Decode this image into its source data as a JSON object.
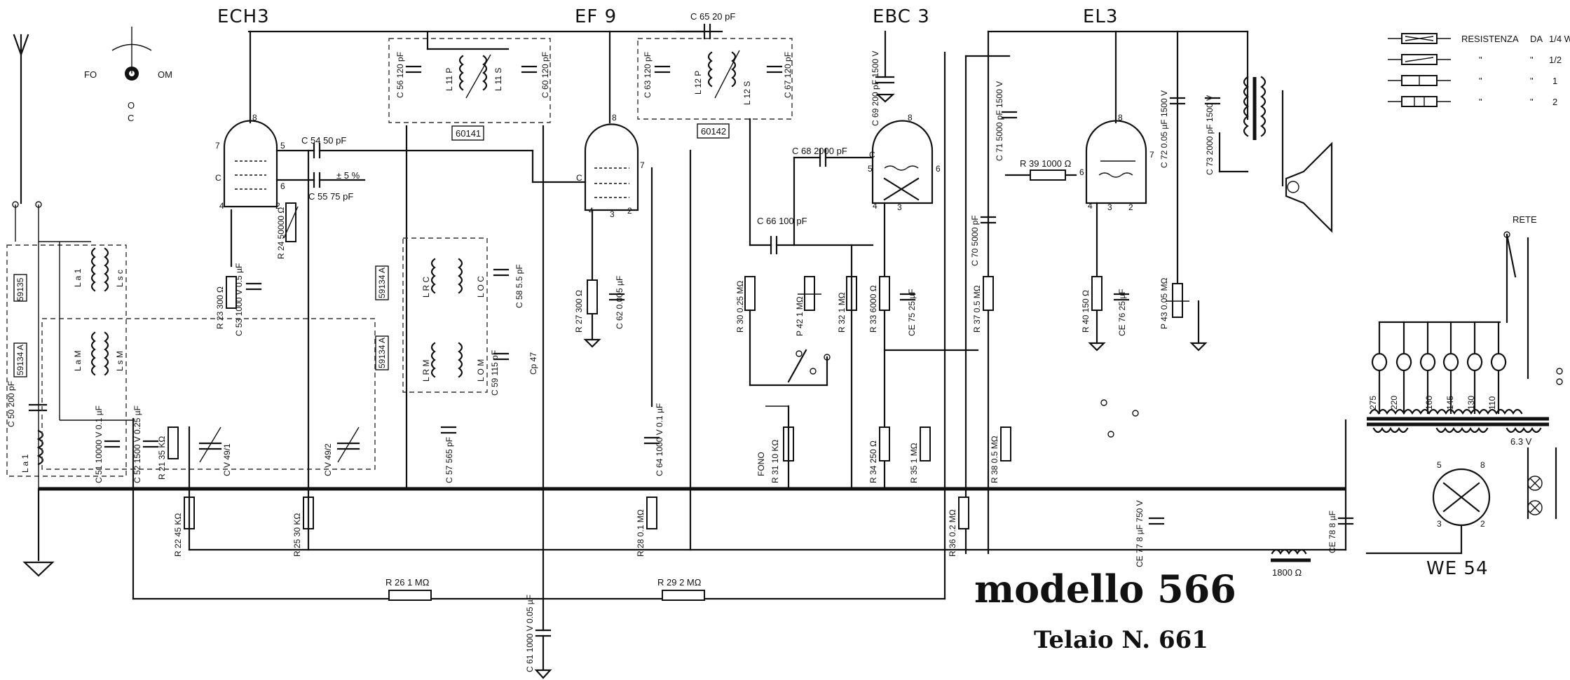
{
  "title": "modello 566",
  "subtitle": "Telaio N. 661",
  "tubes": [
    "ECH3",
    "EF 9",
    "EBC 3",
    "EL3",
    "WE 54"
  ],
  "switch_positions": [
    "FO",
    "OM",
    "O",
    "C"
  ],
  "transformers": [
    "60141",
    "60142"
  ],
  "coil_codes": [
    "59135",
    "59134 A",
    "59134 A",
    "59134 A"
  ],
  "coils": {
    "if1_primary": "L 11 P",
    "if1_secondary": "L 11 S",
    "if2_primary": "L 12 P",
    "if2_secondary": "L 12 S",
    "osc_rc": "L R C",
    "osc_oc": "L O C",
    "osc_rm": "L R M",
    "osc_om": "L O M",
    "ant_a": "L a 1",
    "ant_b": "L a M",
    "aux_1": "L s c",
    "aux_2": "L s M"
  },
  "capacitors": {
    "c50": "C 50 200 pF",
    "c51": "C 51 10000 V 0.1 µF",
    "c52": "C 52 1500 V 0.25 µF",
    "c53": "C 53 1000 V 0.5 µF",
    "c54": "C 54 50 pF",
    "c55": "C 55 75 pF",
    "c55_tol": "± 5 %",
    "c56": "C 56 120 pF",
    "c57": "C 57 565 pF",
    "c59": "C 59 115 pF",
    "c60": "C 60 120 pF",
    "c61": "C 61 1000 V 0.05 µF",
    "c62": "C 62 0.005 µF",
    "c63": "C 63 120 pF",
    "c64": "C 64 1000 V 0.1 µF",
    "c65": "C 65 20 pF",
    "c66": "C 66 100 pF",
    "c67": "C 67 120 pF",
    "c68": "C 68 2000 pF",
    "c69": "C 69 200 pF 1500 V",
    "c70": "C 70 5000 pF",
    "c71": "C 71 5000 pF 1500 V",
    "c72": "C 72 0.05 µF 1500 V",
    "c73": "C 73 2000 pF 1500 V",
    "ce75": "CE 75 25 µF",
    "ce76": "CE 76 25 µF",
    "ce77": "CE 77 8 µF 750 V",
    "ce78": "CE 78 8 µF",
    "cv1": "C V 49/1",
    "cv2": "C V 49/2",
    "c58": "C 58 5.5 pF",
    "c47": "Cp 47"
  },
  "resistors": {
    "r21": "R 21 35 KΩ",
    "r22": "R 22 45 KΩ",
    "r23": "R 23 300 Ω",
    "r24": "R 24 50000 Ω",
    "r25": "R 25 30 KΩ",
    "r26": "R 26 1 MΩ",
    "r27": "R 27 300 Ω",
    "r28": "R 28 0.1 MΩ",
    "r29": "R 29 2 MΩ",
    "r30": "R 30 0.25 MΩ",
    "r31": "R 31 10 KΩ",
    "r32": "R 32 1 MΩ",
    "r33": "R 33 6000 Ω",
    "r34": "R 34 250 Ω",
    "r35": "R 35 1 MΩ",
    "r36": "R 36 0.2 MΩ",
    "r37": "R 37 0.5 MΩ",
    "r38": "R 38 0.5 MΩ",
    "r39": "R 39 1000 Ω",
    "r40": "R 40 150 Ω",
    "p42": "P 42 1 MΩ",
    "p43": "P 43 0.05 MΩ",
    "choke": "1800 Ω"
  },
  "misc": {
    "fono": "FONO",
    "rete": "RETE"
  },
  "mains_taps": [
    "275",
    "220",
    "160",
    "145",
    "130",
    "110"
  ],
  "filament_label": "6.3 V",
  "legend": [
    {
      "label": "RESISTENZA",
      "col2": "DA",
      "col3": "1/4 W"
    },
    {
      "label": "\"",
      "col2": "\"",
      "col3": "1/2"
    },
    {
      "label": "\"",
      "col2": "\"",
      "col3": "1"
    },
    {
      "label": "\"",
      "col2": "\"",
      "col3": "2"
    }
  ]
}
